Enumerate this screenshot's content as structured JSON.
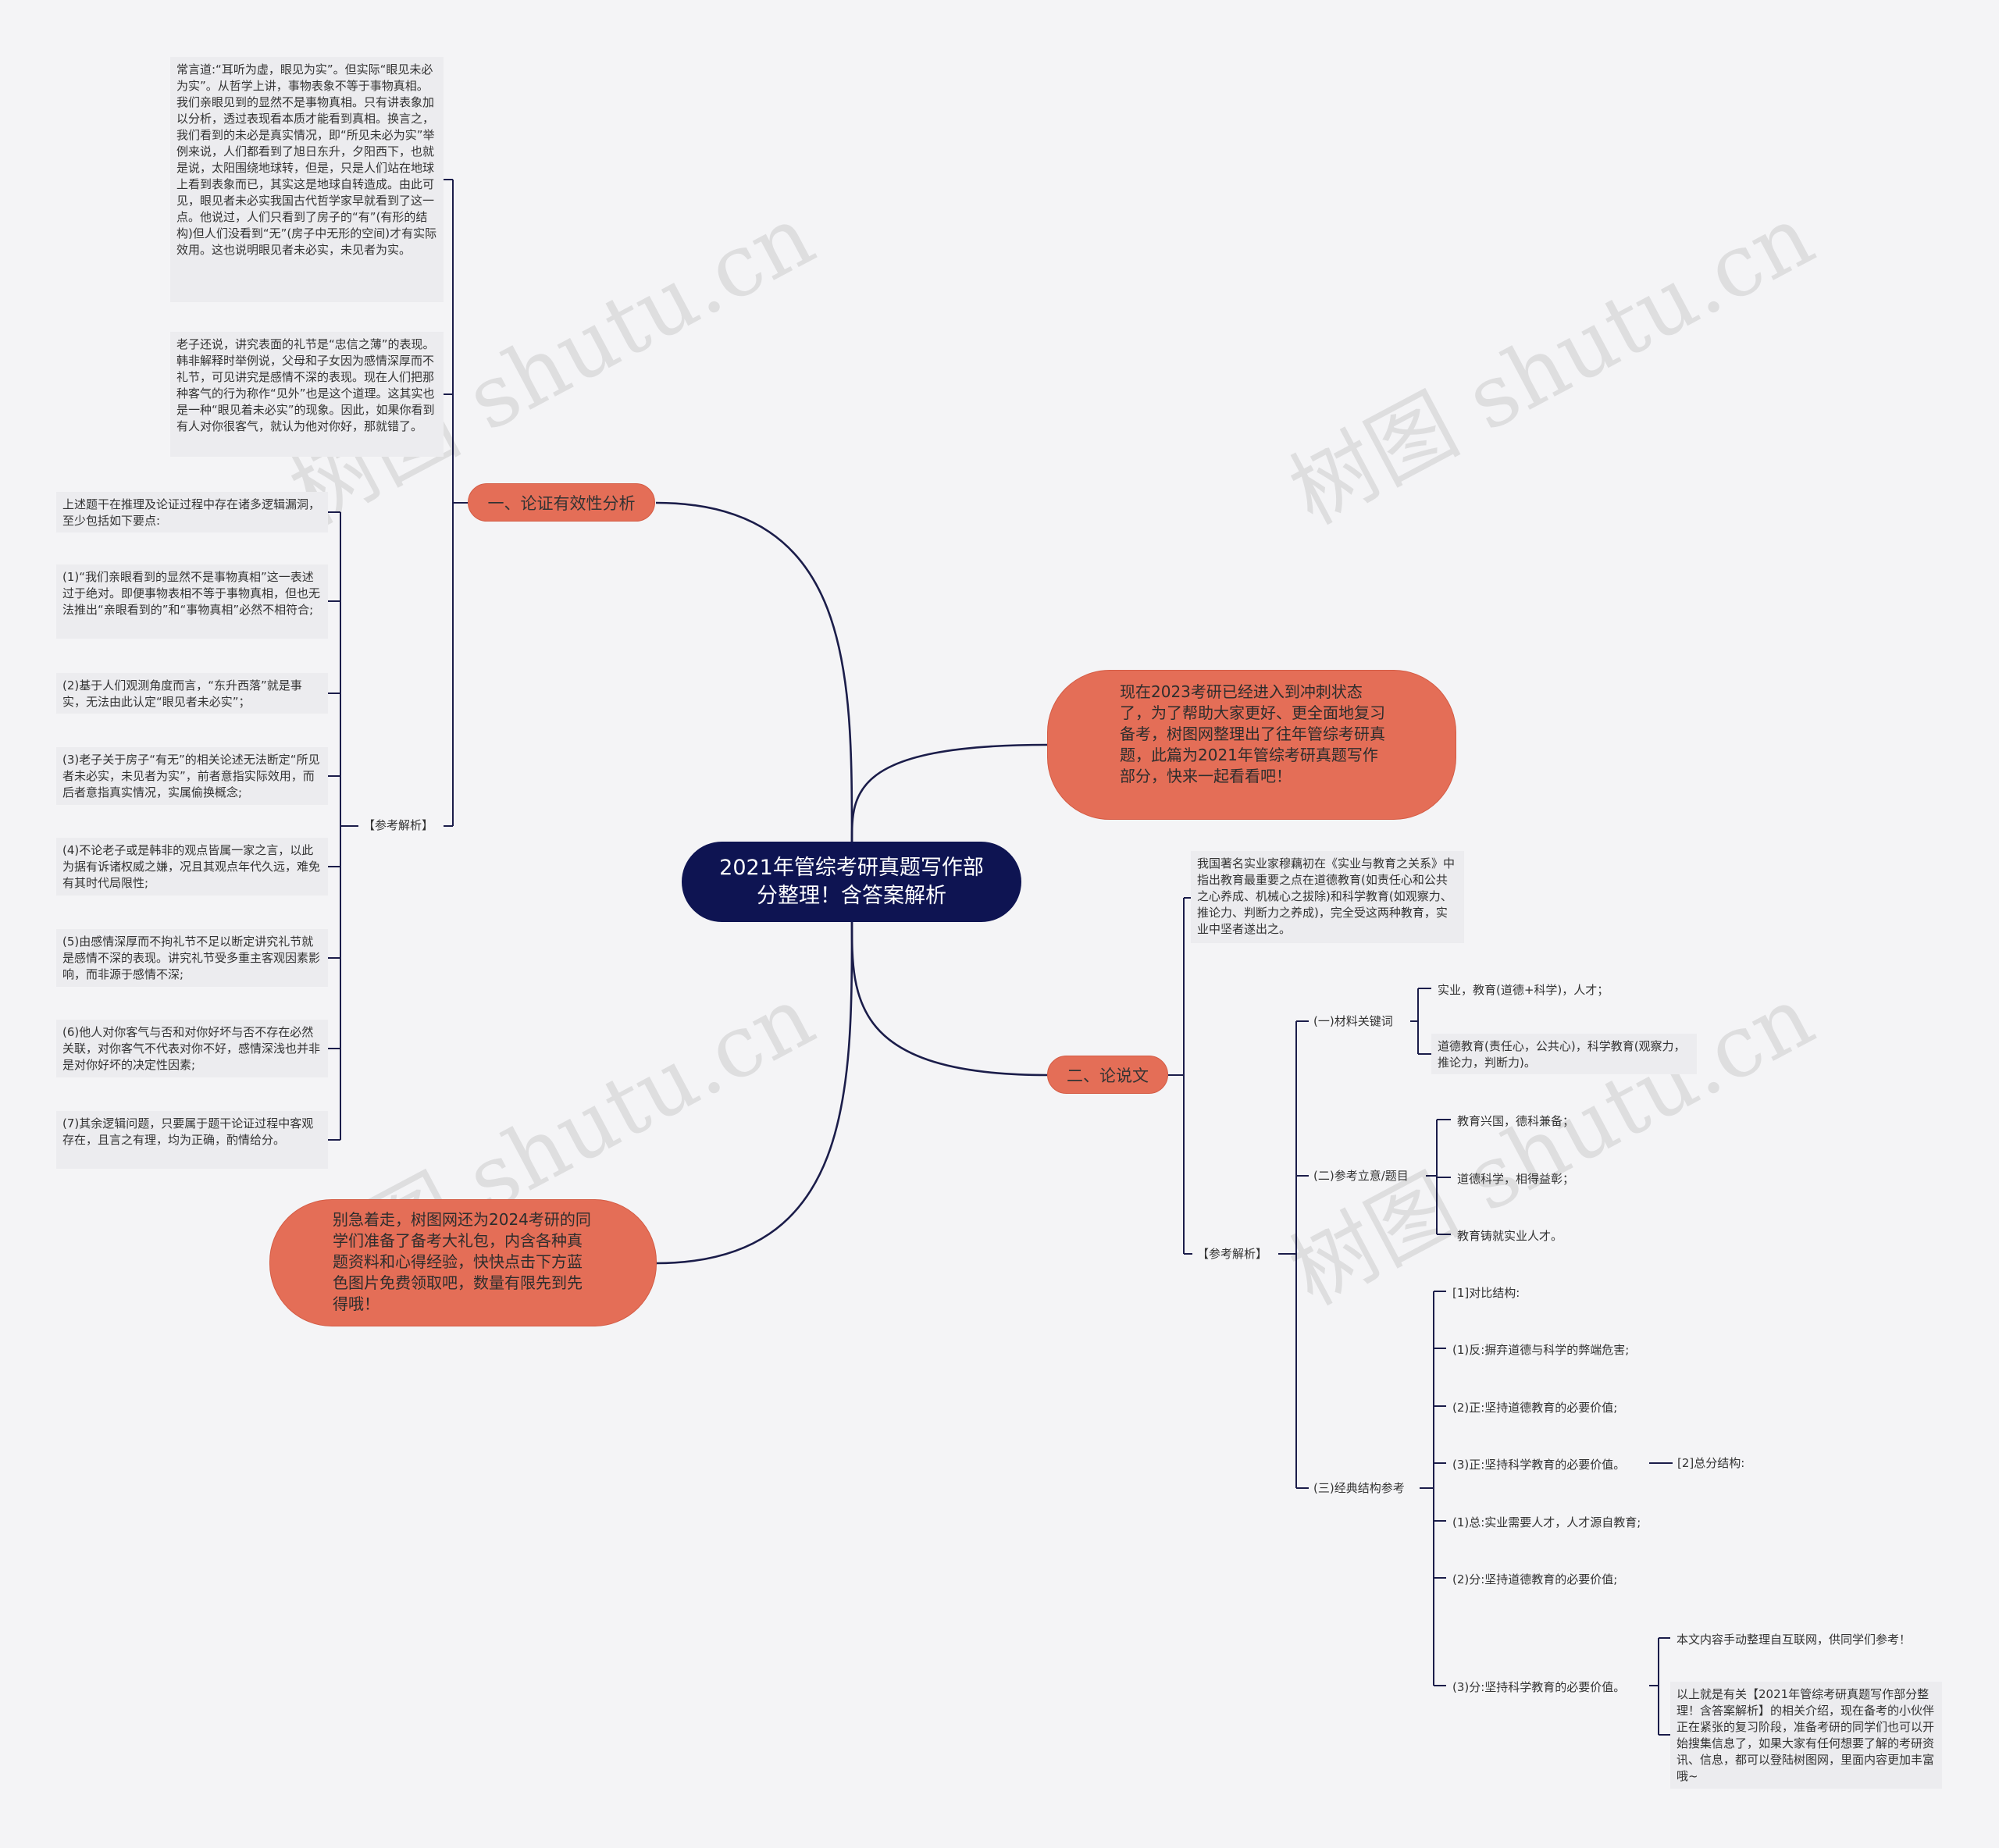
{
  "root": {
    "title": "2021年管综考研真题写作部分整理！含答案解析"
  },
  "intro_blob": {
    "text": "现在2023考研已经进入到冲刺状态了，为了帮助大家更好、更全面地复习备考，树图网整理出了往年管综考研真题，此篇为2021年管综考研真题写作部分，快来一起看看吧！"
  },
  "promo_blob": {
    "text": "别急着走，树图网还为2024考研的同学们准备了备考大礼包，内含各种真题资料和心得经验，快快点击下方蓝色图片免费领取吧，数量有限先到先得哦！"
  },
  "branch1": {
    "label": "一、论证有效性分析",
    "notes": [
      "常言道:“耳听为虚，眼见为实”。但实际“眼见未必为实”。从哲学上讲，事物表象不等于事物真相。我们亲眼见到的显然不是事物真相。只有讲表象加以分析，透过表现看本质才能看到真相。换言之，我们看到的未必是真实情况，即“所见未必为实”举例来说，人们都看到了旭日东升，夕阳西下，也就是说，太阳围绕地球转，但是，只是人们站在地球上看到表象而已，其实这是地球自转造成。由此可见，眼见者未必实我国古代哲学家早就看到了这一点。他说过，人们只看到了房子的“有”(有形的结构)但人们没看到“无”(房子中无形的空间)才有实际效用。这也说明眼见者未必实，未见者为实。",
      "老子还说，讲究表面的礼节是“忠信之薄”的表现。韩非解释时举例说，父母和子女因为感情深厚而不礼节，可见讲究是感情不深的表现。现在人们把那种客气的行为称作“见外”也是这个道理。这其实也是一种“眼见着未必实”的现象。因此，如果你看到有人对你很客气，就认为他对你好，那就错了。"
    ],
    "analysis_label": "【参考解析】",
    "analysis": [
      "上述题干在推理及论证过程中存在诸多逻辑漏洞，至少包括如下要点:",
      "(1)“我们亲眼看到的显然不是事物真相”这一表述过于绝对。即便事物表相不等于事物真相，但也无法推出“亲眼看到的”和“事物真相”必然不相符合;",
      "(2)基于人们观测角度而言，“东升西落”就是事实，无法由此认定“眼见者未必实”；",
      "(3)老子关于房子“有无”的相关论述无法断定“所见者未必实，未见者为实”，前者意指实际效用，而后者意指真实情况，实属偷换概念;",
      "(4)不论老子或是韩非的观点皆属一家之言，以此为据有诉诸权威之嫌，况且其观点年代久远，难免有其时代局限性;",
      "(5)由感情深厚而不拘礼节不足以断定讲究礼节就是感情不深的表现。讲究礼节受多重主客观因素影响，而非源于感情不深;",
      "(6)他人对你客气与否和对你好坏与否不存在必然关联，对你客气不代表对你不好，感情深浅也并非是对你好坏的决定性因素;",
      "(7)其余逻辑问题，只要属于题干论证过程中客观存在，且言之有理，均为正确，酌情给分。"
    ]
  },
  "branch2": {
    "label": "二、论说文",
    "prompt": "我国著名实业家穆藕初在《实业与教育之关系》中指出教育最重要之点在道德教育(如责任心和公共之心养成、机械心之拔除)和科学教育(如观察力、推论力、判断力之养成)，完全受这两种教育，实业中坚者遂出之。",
    "analysis_label": "【参考解析】",
    "keywords": {
      "label": "(一)材料关键词",
      "items": [
        "实业，教育(道德+科学)，人才；",
        "道德教育(责任心，公共心)，科学教育(观察力，推论力，判断力)。"
      ]
    },
    "themes": {
      "label": "(二)参考立意/题目",
      "items": [
        "教育兴国，德科兼备；",
        "道德科学，相得益彰；",
        "教育铸就实业人才。"
      ]
    },
    "structure": {
      "label": "(三)经典结构参考",
      "items": [
        "[1]对比结构:",
        "(1)反:摒弃道德与科学的弊端危害;",
        "(2)正:坚持道德教育的必要价值;",
        "(3)正:坚持科学教育的必要价值。",
        "(1)总:实业需要人才，人才源自教育;",
        "(2)分:坚持道德教育的必要价值;",
        "(3)分:坚持科学教育的必要价值。"
      ],
      "side_label": "[2]总分结构:",
      "tail": [
        "本文内容手动整理自互联网，供同学们参考！",
        "以上就是有关【2021年管综考研真题写作部分整理！含答案解析】的相关介绍，现在备考的小伙伴正在紧张的复习阶段，准备考研的同学们也可以开始搜集信息了，如果大家有任何想要了解的考研资讯、信息，都可以登陆树图网，里面内容更加丰富哦~"
      ]
    }
  },
  "watermark": "树图 shutu.cn",
  "colors": {
    "root": "#0e1452",
    "branch": "#e46e57",
    "wire": "#1b1d4a"
  }
}
